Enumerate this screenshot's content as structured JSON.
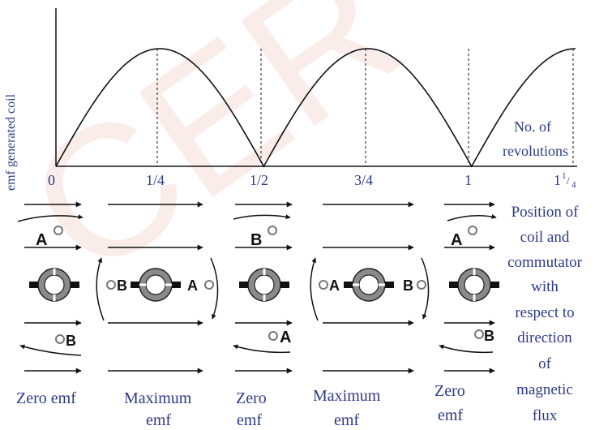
{
  "graph": {
    "y_axis_label": "emf generated coil",
    "x_axis_label_line1": "No. of",
    "x_axis_label_line2": "revolutions",
    "ticks": {
      "t0": "0",
      "t1": "1/4",
      "t2": "1/2",
      "t3": "3/4",
      "t4": "1",
      "t5_main": "1",
      "t5_num": "1",
      "t5_den": "4"
    }
  },
  "chart_data": {
    "type": "line",
    "x": [
      0,
      0.25,
      0.5,
      0.75,
      1,
      1.25
    ],
    "y_shape": "rectified sine: |sin(2*pi*x)|",
    "peaks_at": [
      0.25,
      0.75,
      1.25
    ],
    "zeros_at": [
      0,
      0.5,
      1
    ],
    "xlabel": "No. of revolutions",
    "ylabel": "emf generated coil"
  },
  "coil_labels": {
    "a": "A",
    "b": "B"
  },
  "captions": {
    "c1_line1": "Zero emf",
    "c2_line1": "Maximum",
    "c2_line2": "emf",
    "c3_line1": "Zero",
    "c3_line2": "emf",
    "c4_line1": "Maximum",
    "c4_line2": "emf",
    "c5_line1": "Zero",
    "c5_line2": "emf"
  },
  "side_note": {
    "line1": "Position of",
    "line2": "coil and",
    "line3": "commutator",
    "line4": "with",
    "line5": "respect to",
    "line6": "direction",
    "line7": "of",
    "line8": "magnetic",
    "line9": "flux"
  },
  "colors": {
    "text_blue": "#2e3a87",
    "line": "#111111",
    "commutator_grey": "#8a8a8a",
    "watermark": "#f2c9c2"
  }
}
